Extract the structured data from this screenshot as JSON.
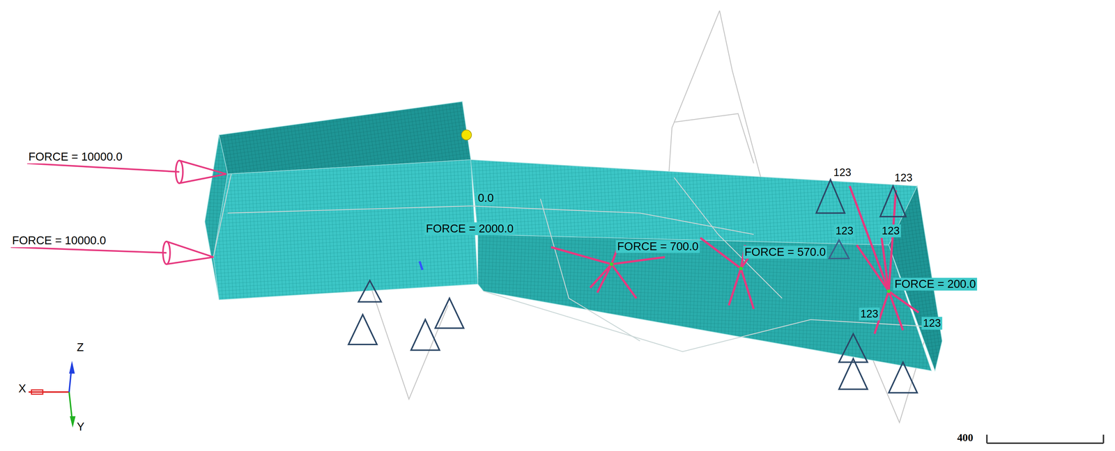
{
  "diagram": {
    "labels": [
      "FORCE = 10000.0",
      "FORCE = 10000.0",
      "0.0",
      "FORCE = 2000.0",
      "FORCE = 700.0",
      "FORCE = 570.0",
      "FORCE = 200.0",
      "123",
      "123",
      "123",
      "123",
      "123",
      "123",
      "Z",
      "X",
      "Y",
      "400"
    ]
  }
}
